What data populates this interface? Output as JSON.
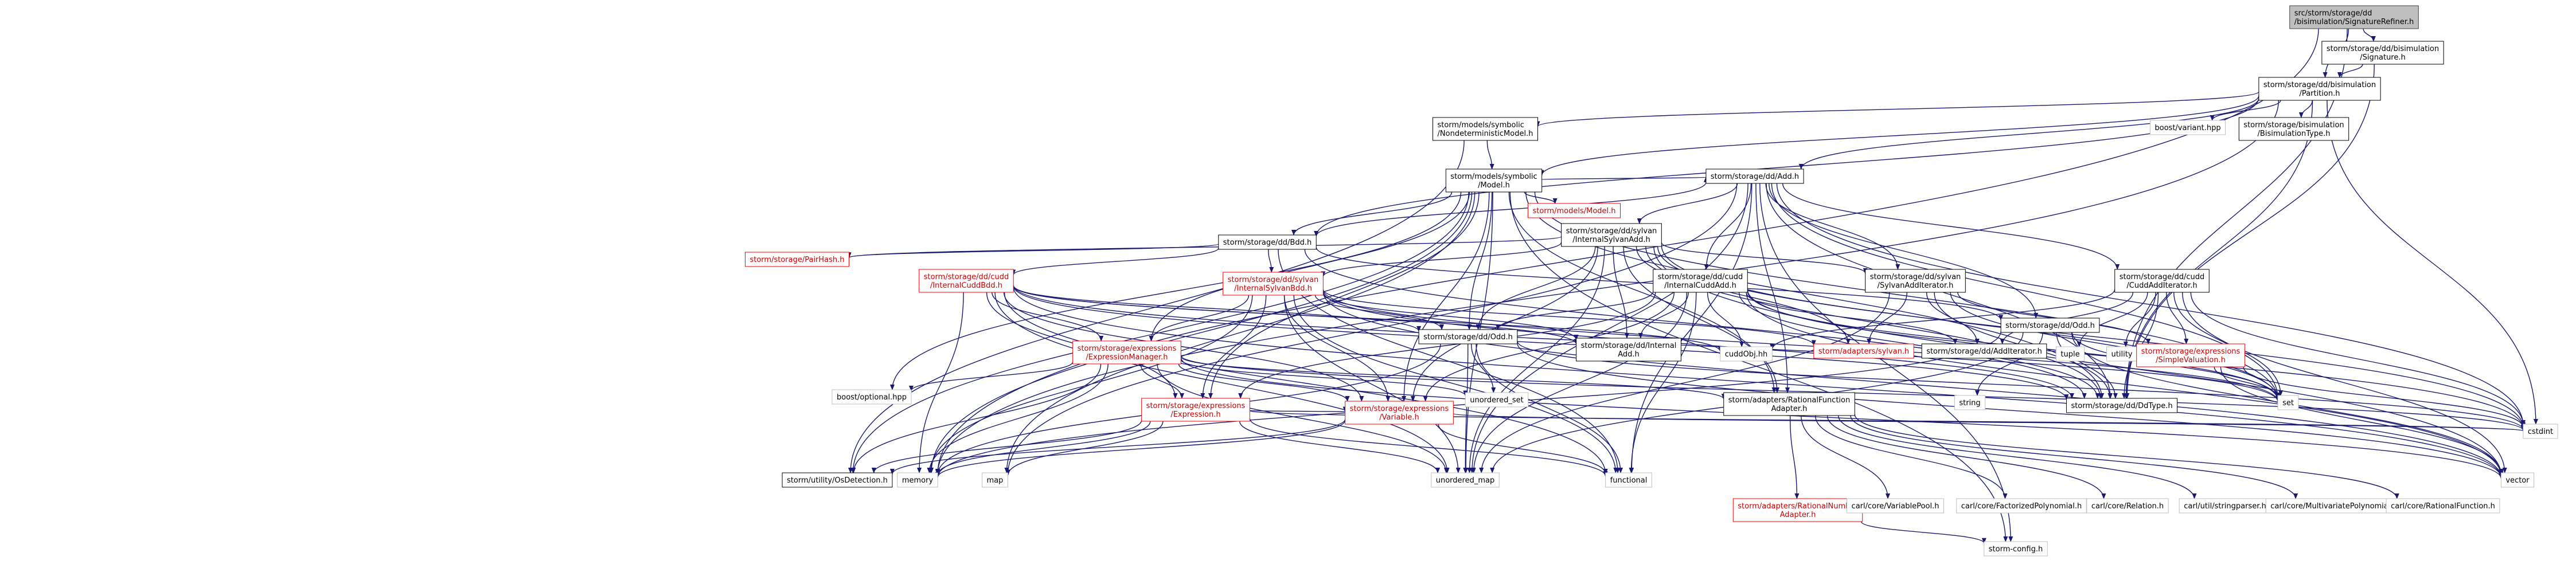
{
  "graph": {
    "title": "",
    "root": "n0",
    "colors": {
      "edge": "#191970",
      "root_fill": "#bfbfbf",
      "node_border": "#000000",
      "external_border": "#bfbfbf",
      "truncated_border": "#ff0000",
      "background": "#ffffff"
    },
    "nodes": [
      {
        "id": "n0",
        "label": [
          "src/storm/storage/dd",
          "/bisimulation/SignatureRefiner.h"
        ],
        "kind": "root"
      },
      {
        "id": "n1",
        "label": [
          "storm/storage/dd/bisimulation",
          "/Signature.h"
        ],
        "kind": "normal"
      },
      {
        "id": "n2",
        "label": [
          "storm/storage/dd/bisimulation",
          "/Partition.h"
        ],
        "kind": "normal"
      },
      {
        "id": "n3",
        "label": [
          "storm/models/symbolic",
          "/NondeterministicModel.h"
        ],
        "kind": "normal"
      },
      {
        "id": "n4",
        "label": [
          "boost/variant.hpp"
        ],
        "kind": "external"
      },
      {
        "id": "n5",
        "label": [
          "storm/storage/bisimulation",
          "/BisimulationType.h"
        ],
        "kind": "normal"
      },
      {
        "id": "n6",
        "label": [
          "storm/models/symbolic",
          "/Model.h"
        ],
        "kind": "normal"
      },
      {
        "id": "n7",
        "label": [
          "storm/models/Model.h"
        ],
        "kind": "truncated"
      },
      {
        "id": "n8",
        "label": [
          "storm/storage/dd/Add.h"
        ],
        "kind": "normal"
      },
      {
        "id": "n9",
        "label": [
          "storm/storage/dd/sylvan",
          "/InternalSylvanAdd.h"
        ],
        "kind": "normal"
      },
      {
        "id": "n10",
        "label": [
          "storm/storage/dd/Bdd.h"
        ],
        "kind": "normal"
      },
      {
        "id": "n11",
        "label": [
          "storm/storage/PairHash.h"
        ],
        "kind": "truncated"
      },
      {
        "id": "n12",
        "label": [
          "storm/storage/dd/cudd",
          "/InternalCuddBdd.h"
        ],
        "kind": "truncated"
      },
      {
        "id": "n13",
        "label": [
          "storm/storage/dd/sylvan",
          "/InternalSylvanBdd.h"
        ],
        "kind": "truncated"
      },
      {
        "id": "n14",
        "label": [
          "storm/storage/dd/cudd",
          "/InternalCuddAdd.h"
        ],
        "kind": "normal"
      },
      {
        "id": "n15",
        "label": [
          "storm/storage/dd/sylvan",
          "/SylvanAddIterator.h"
        ],
        "kind": "normal"
      },
      {
        "id": "n16",
        "label": [
          "storm/storage/dd/cudd",
          "/CuddAddIterator.h"
        ],
        "kind": "normal"
      },
      {
        "id": "n17",
        "label": [
          "storm/storage/dd/Odd.h"
        ],
        "kind": "normal"
      },
      {
        "id": "n18",
        "label": [
          "storm/storage/expressions",
          "/ExpressionManager.h"
        ],
        "kind": "truncated"
      },
      {
        "id": "n19",
        "label": [
          "storm/storage/dd/Odd.h"
        ],
        "kind": "normal"
      },
      {
        "id": "n20",
        "label": [
          "storm/storage/dd/Internal",
          "Add.h"
        ],
        "kind": "normal"
      },
      {
        "id": "n21",
        "label": [
          "cuddObj.hh"
        ],
        "kind": "external"
      },
      {
        "id": "n22",
        "label": [
          "storm/adapters/sylvan.h"
        ],
        "kind": "truncated"
      },
      {
        "id": "n23",
        "label": [
          "storm/storage/dd/AddIterator.h"
        ],
        "kind": "normal"
      },
      {
        "id": "n24",
        "label": [
          "tuple"
        ],
        "kind": "external"
      },
      {
        "id": "n25",
        "label": [
          "utility"
        ],
        "kind": "external"
      },
      {
        "id": "n26",
        "label": [
          "storm/storage/expressions",
          "/SimpleValuation.h"
        ],
        "kind": "truncated"
      },
      {
        "id": "n27",
        "label": [
          "boost/optional.hpp"
        ],
        "kind": "external"
      },
      {
        "id": "n28",
        "label": [
          "storm/storage/expressions",
          "/Expression.h"
        ],
        "kind": "truncated"
      },
      {
        "id": "n29",
        "label": [
          "storm/storage/expressions",
          "/Variable.h"
        ],
        "kind": "truncated"
      },
      {
        "id": "n30",
        "label": [
          "unordered_set"
        ],
        "kind": "external"
      },
      {
        "id": "n31",
        "label": [
          "storm/adapters/RationalFunction",
          "Adapter.h"
        ],
        "kind": "normal"
      },
      {
        "id": "n32",
        "label": [
          "string"
        ],
        "kind": "external"
      },
      {
        "id": "n33",
        "label": [
          "storm/storage/dd/DdType.h"
        ],
        "kind": "normal"
      },
      {
        "id": "n34",
        "label": [
          "set"
        ],
        "kind": "external"
      },
      {
        "id": "n35",
        "label": [
          "storm/utility/OsDetection.h"
        ],
        "kind": "normal"
      },
      {
        "id": "n36",
        "label": [
          "memory"
        ],
        "kind": "external"
      },
      {
        "id": "n37",
        "label": [
          "map"
        ],
        "kind": "external"
      },
      {
        "id": "n38",
        "label": [
          "unordered_map"
        ],
        "kind": "external"
      },
      {
        "id": "n39",
        "label": [
          "functional"
        ],
        "kind": "external"
      },
      {
        "id": "n40",
        "label": [
          "storm/adapters/RationalNumber",
          "Adapter.h"
        ],
        "kind": "truncated"
      },
      {
        "id": "n41",
        "label": [
          "carl/core/VariablePool.h"
        ],
        "kind": "external"
      },
      {
        "id": "n42",
        "label": [
          "carl/core/FactorizedPolynomial.h"
        ],
        "kind": "external"
      },
      {
        "id": "n43",
        "label": [
          "carl/core/Relation.h"
        ],
        "kind": "external"
      },
      {
        "id": "n44",
        "label": [
          "carl/util/stringparser.h"
        ],
        "kind": "external"
      },
      {
        "id": "n45",
        "label": [
          "carl/core/MultivariatePolynomial.h"
        ],
        "kind": "external"
      },
      {
        "id": "n46",
        "label": [
          "carl/core/RationalFunction.h"
        ],
        "kind": "external"
      },
      {
        "id": "n47",
        "label": [
          "vector"
        ],
        "kind": "external"
      },
      {
        "id": "n48",
        "label": [
          "cstdint"
        ],
        "kind": "external"
      },
      {
        "id": "n49",
        "label": [
          "storm-config.h"
        ],
        "kind": "external"
      }
    ],
    "edges": [
      [
        "n0",
        "n1"
      ],
      [
        "n0",
        "n2"
      ],
      [
        "n0",
        "n33"
      ],
      [
        "n0",
        "n36"
      ],
      [
        "n1",
        "n2"
      ],
      [
        "n1",
        "n33"
      ],
      [
        "n2",
        "n3"
      ],
      [
        "n2",
        "n6"
      ],
      [
        "n2",
        "n8"
      ],
      [
        "n2",
        "n10"
      ],
      [
        "n2",
        "n4"
      ],
      [
        "n2",
        "n5"
      ],
      [
        "n2",
        "n33"
      ],
      [
        "n2",
        "n36"
      ],
      [
        "n2",
        "n48"
      ],
      [
        "n3",
        "n6"
      ],
      [
        "n3",
        "n35"
      ],
      [
        "n6",
        "n7"
      ],
      [
        "n6",
        "n8"
      ],
      [
        "n6",
        "n10"
      ],
      [
        "n6",
        "n28"
      ],
      [
        "n6",
        "n29"
      ],
      [
        "n6",
        "n18"
      ],
      [
        "n6",
        "n19"
      ],
      [
        "n6",
        "n27"
      ],
      [
        "n6",
        "n35"
      ],
      [
        "n6",
        "n36"
      ],
      [
        "n6",
        "n37"
      ],
      [
        "n6",
        "n38"
      ],
      [
        "n6",
        "n34"
      ],
      [
        "n6",
        "n33"
      ],
      [
        "n6",
        "n49"
      ],
      [
        "n6",
        "n31"
      ],
      [
        "n8",
        "n9"
      ],
      [
        "n8",
        "n14"
      ],
      [
        "n8",
        "n15"
      ],
      [
        "n8",
        "n16"
      ],
      [
        "n8",
        "n17"
      ],
      [
        "n8",
        "n10"
      ],
      [
        "n8",
        "n33"
      ],
      [
        "n8",
        "n31"
      ],
      [
        "n8",
        "n38"
      ],
      [
        "n8",
        "n39"
      ],
      [
        "n8",
        "n48"
      ],
      [
        "n8",
        "n34"
      ],
      [
        "n8",
        "n49"
      ],
      [
        "n8",
        "n37"
      ],
      [
        "n9",
        "n13"
      ],
      [
        "n9",
        "n15"
      ],
      [
        "n9",
        "n20"
      ],
      [
        "n9",
        "n19"
      ],
      [
        "n9",
        "n22"
      ],
      [
        "n9",
        "n33"
      ],
      [
        "n9",
        "n31"
      ],
      [
        "n9",
        "n29"
      ],
      [
        "n9",
        "n34"
      ],
      [
        "n9",
        "n38"
      ],
      [
        "n9",
        "n47"
      ],
      [
        "n9",
        "n48"
      ],
      [
        "n9",
        "n11"
      ],
      [
        "n10",
        "n11"
      ],
      [
        "n10",
        "n12"
      ],
      [
        "n10",
        "n13"
      ],
      [
        "n10",
        "n17"
      ],
      [
        "n10",
        "n33"
      ],
      [
        "n10",
        "n39"
      ],
      [
        "n12",
        "n18"
      ],
      [
        "n12",
        "n28"
      ],
      [
        "n12",
        "n29"
      ],
      [
        "n12",
        "n21"
      ],
      [
        "n12",
        "n20"
      ],
      [
        "n12",
        "n19"
      ],
      [
        "n12",
        "n33"
      ],
      [
        "n12",
        "n36"
      ],
      [
        "n12",
        "n38"
      ],
      [
        "n12",
        "n39"
      ],
      [
        "n12",
        "n47"
      ],
      [
        "n12",
        "n34"
      ],
      [
        "n13",
        "n22"
      ],
      [
        "n13",
        "n20"
      ],
      [
        "n13",
        "n19"
      ],
      [
        "n13",
        "n28"
      ],
      [
        "n13",
        "n29"
      ],
      [
        "n13",
        "n33"
      ],
      [
        "n13",
        "n38"
      ],
      [
        "n13",
        "n39"
      ],
      [
        "n13",
        "n36"
      ],
      [
        "n13",
        "n47"
      ],
      [
        "n13",
        "n34"
      ],
      [
        "n13",
        "n18"
      ],
      [
        "n14",
        "n21"
      ],
      [
        "n14",
        "n20"
      ],
      [
        "n14",
        "n19"
      ],
      [
        "n14",
        "n23"
      ],
      [
        "n14",
        "n29"
      ],
      [
        "n14",
        "n33"
      ],
      [
        "n14",
        "n38"
      ],
      [
        "n14",
        "n39"
      ],
      [
        "n14",
        "n47"
      ],
      [
        "n14",
        "n34"
      ],
      [
        "n14",
        "n48"
      ],
      [
        "n14",
        "n28"
      ],
      [
        "n15",
        "n26"
      ],
      [
        "n15",
        "n23"
      ],
      [
        "n15",
        "n22"
      ],
      [
        "n15",
        "n33"
      ],
      [
        "n15",
        "n34"
      ],
      [
        "n15",
        "n38"
      ],
      [
        "n16",
        "n26"
      ],
      [
        "n16",
        "n23"
      ],
      [
        "n16",
        "n21"
      ],
      [
        "n16",
        "n33"
      ],
      [
        "n16",
        "n24"
      ],
      [
        "n16",
        "n25"
      ],
      [
        "n16",
        "n34"
      ],
      [
        "n16",
        "n48"
      ],
      [
        "n16",
        "n47"
      ],
      [
        "n17",
        "n33"
      ],
      [
        "n17",
        "n32"
      ],
      [
        "n17",
        "n34"
      ],
      [
        "n17",
        "n47"
      ],
      [
        "n17",
        "n36"
      ],
      [
        "n17",
        "n38"
      ],
      [
        "n18",
        "n28"
      ],
      [
        "n18",
        "n29"
      ],
      [
        "n18",
        "n27"
      ],
      [
        "n18",
        "n30"
      ],
      [
        "n18",
        "n31"
      ],
      [
        "n18",
        "n35"
      ],
      [
        "n18",
        "n36"
      ],
      [
        "n18",
        "n38"
      ],
      [
        "n18",
        "n48"
      ],
      [
        "n18",
        "n47"
      ],
      [
        "n19",
        "n30"
      ],
      [
        "n19",
        "n38"
      ],
      [
        "n19",
        "n36"
      ],
      [
        "n19",
        "n39"
      ],
      [
        "n19",
        "n48"
      ],
      [
        "n19",
        "n47"
      ],
      [
        "n26",
        "n34"
      ],
      [
        "n26",
        "n47"
      ],
      [
        "n26",
        "n48"
      ],
      [
        "n28",
        "n29"
      ],
      [
        "n28",
        "n36"
      ],
      [
        "n28",
        "n37"
      ],
      [
        "n28",
        "n38"
      ],
      [
        "n28",
        "n39"
      ],
      [
        "n28",
        "n35"
      ],
      [
        "n28",
        "n48"
      ],
      [
        "n29",
        "n35"
      ],
      [
        "n29",
        "n36"
      ],
      [
        "n29",
        "n39"
      ],
      [
        "n29",
        "n48"
      ],
      [
        "n31",
        "n40"
      ],
      [
        "n31",
        "n41"
      ],
      [
        "n31",
        "n42"
      ],
      [
        "n31",
        "n43"
      ],
      [
        "n31",
        "n44"
      ],
      [
        "n31",
        "n45"
      ],
      [
        "n31",
        "n46"
      ],
      [
        "n40",
        "n49"
      ]
    ]
  }
}
